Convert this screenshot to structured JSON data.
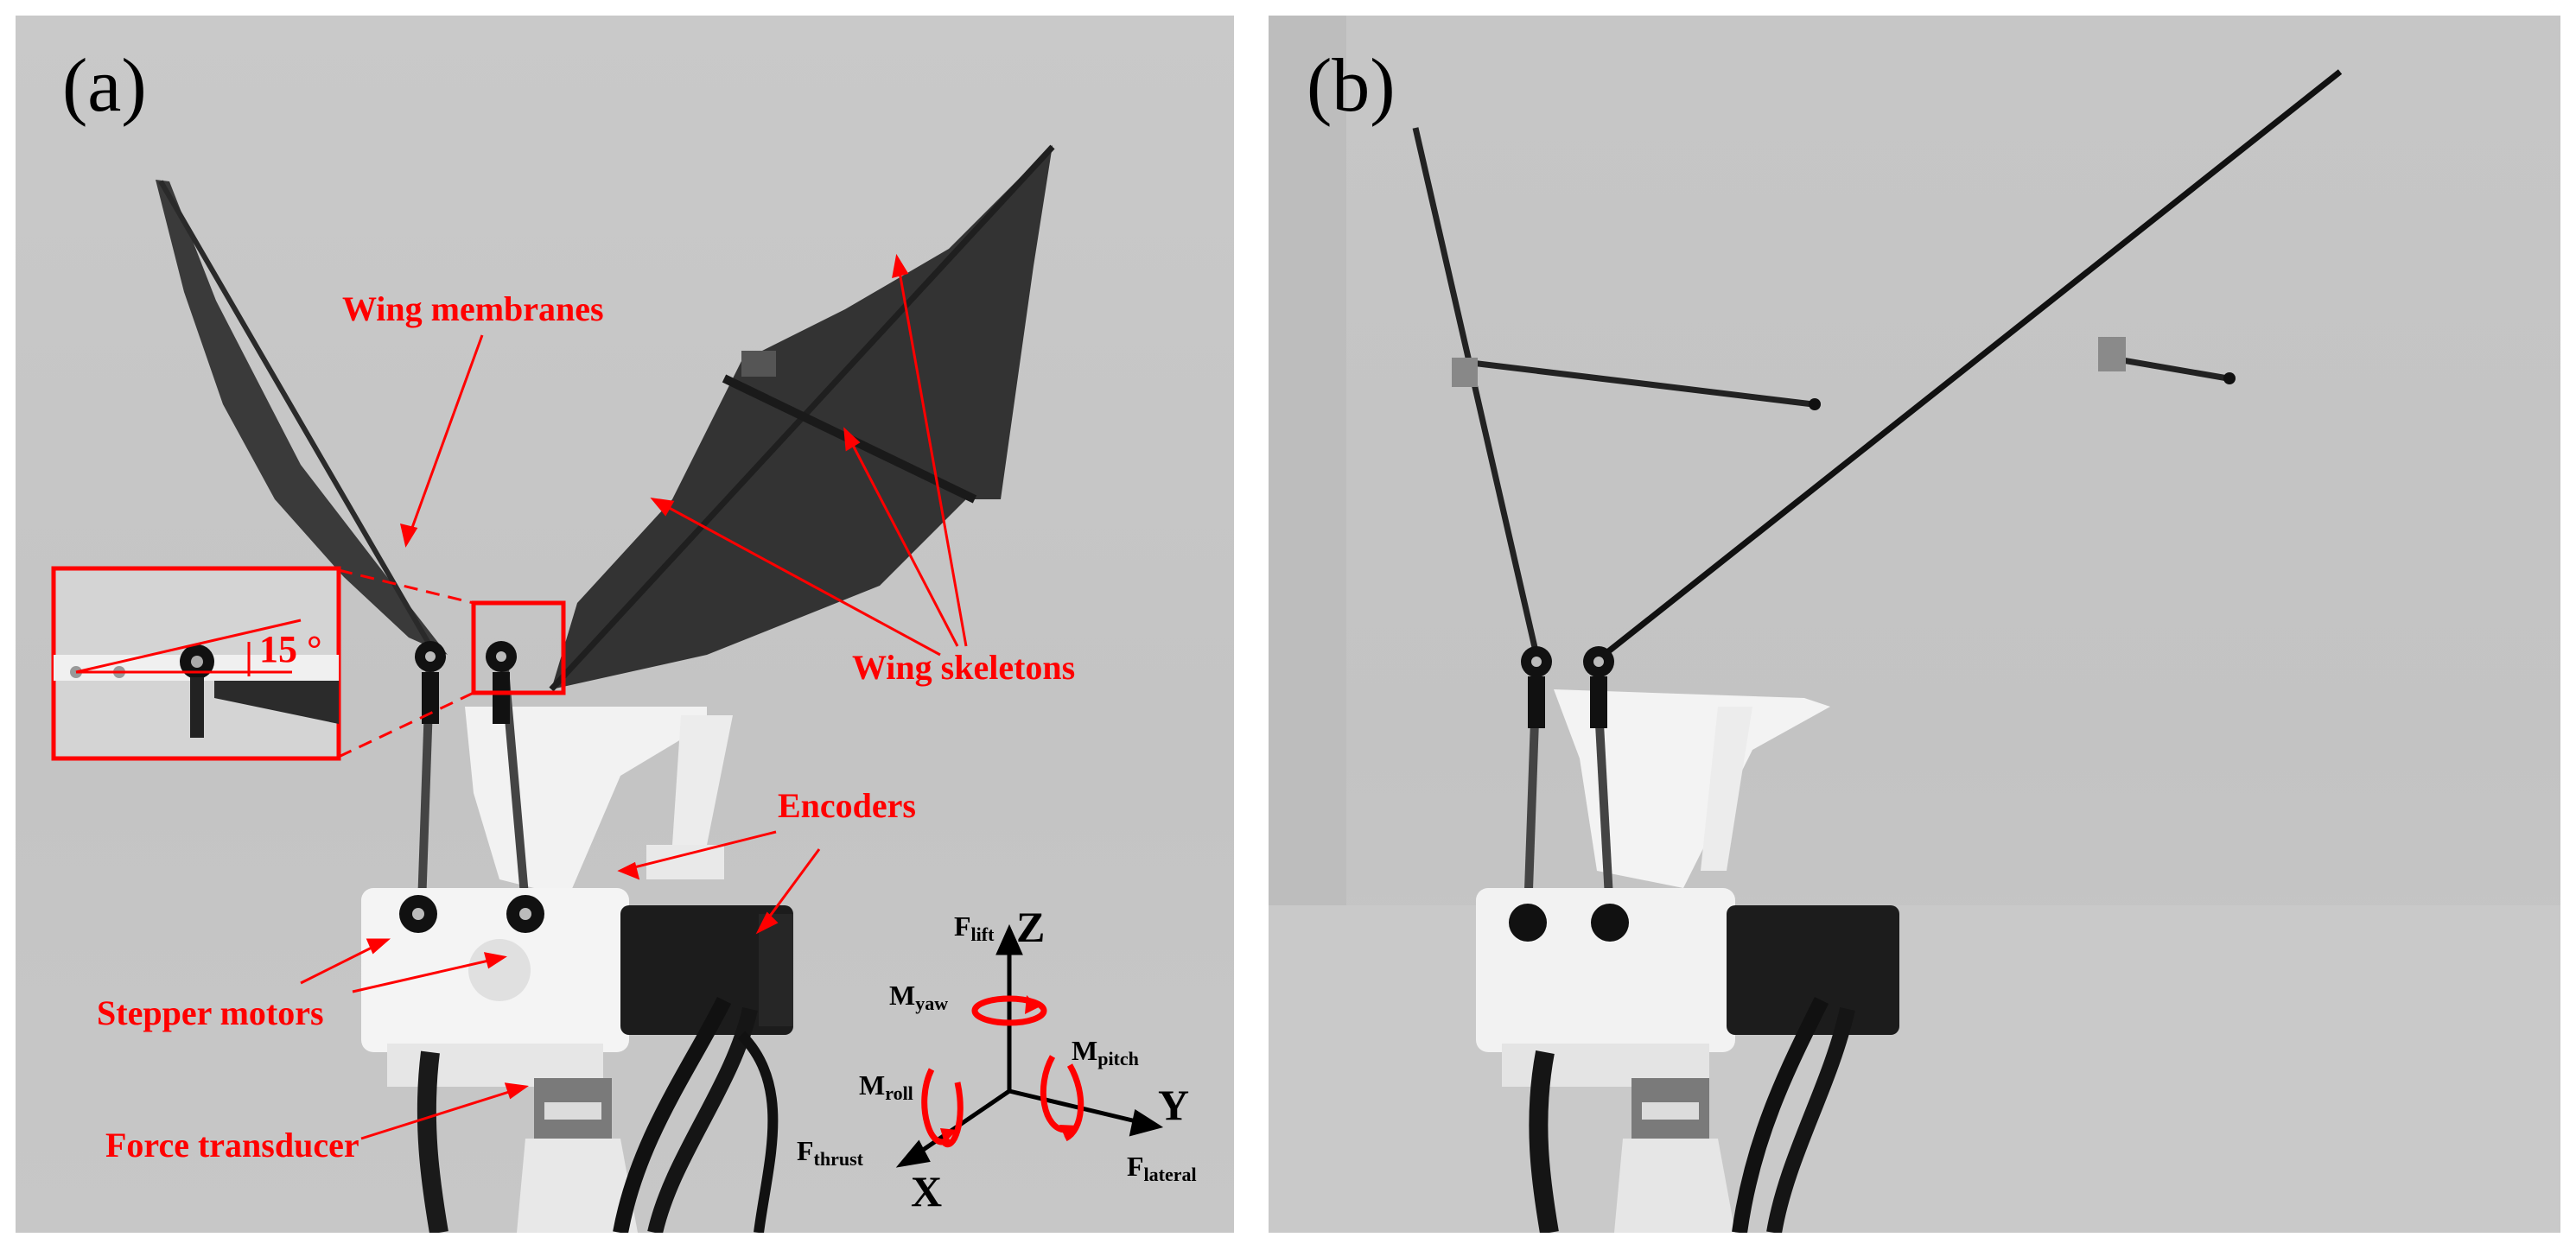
{
  "panels": {
    "a": {
      "label": "(a)"
    },
    "b": {
      "label": "(b)"
    }
  },
  "annotations": {
    "wing_membranes": "Wing membranes",
    "wing_skeletons": "Wing skeletons",
    "encoders": "Encoders",
    "stepper_motors": "Stepper motors",
    "force_transducer": "Force transducer",
    "inset_angle": "15 °"
  },
  "axes": {
    "z": "Z",
    "y": "Y",
    "x": "X",
    "f_lift_main": "F",
    "f_lift_sub": "lift",
    "m_yaw_main": "M",
    "m_yaw_sub": "yaw",
    "m_pitch_main": "M",
    "m_pitch_sub": "pitch",
    "m_roll_main": "M",
    "m_roll_sub": "roll",
    "f_thrust_main": "F",
    "f_thrust_sub": "thrust",
    "f_lateral_main": "F",
    "f_lateral_sub": "lateral"
  },
  "colors": {
    "annotation": "#ff0000",
    "axis": "#000000"
  }
}
